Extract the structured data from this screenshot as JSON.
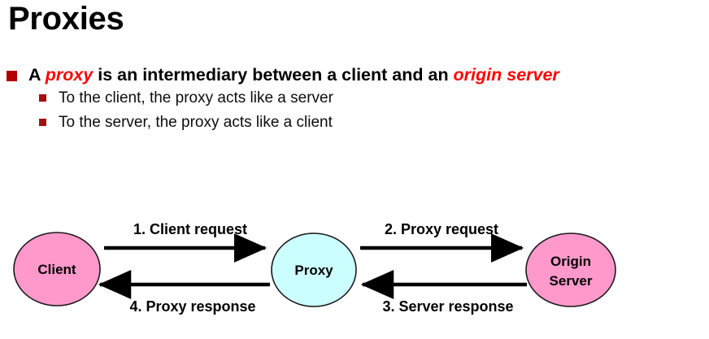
{
  "slide": {
    "title": "Proxies",
    "bullets": [
      {
        "level": 1,
        "marker": "square-bullet-icon",
        "segments": [
          {
            "text": "A ",
            "style": "plain"
          },
          {
            "text": "proxy",
            "style": "red-italic"
          },
          {
            "text": " is an intermediary between a client and an ",
            "style": "plain"
          },
          {
            "text": "origin server",
            "style": "red-italic"
          }
        ],
        "plain_text": "A proxy is an intermediary between a client and an origin server"
      },
      {
        "level": 2,
        "marker": "square-bullet-icon",
        "plain_text": "To the client, the proxy acts like a server"
      },
      {
        "level": 2,
        "marker": "square-bullet-icon",
        "plain_text": "To the server, the proxy acts like a client"
      }
    ]
  },
  "diagram": {
    "nodes": [
      {
        "id": "client",
        "label": "Client",
        "label_lines": [
          "Client"
        ],
        "fill": "#FF99CC",
        "stroke": "#1a1a1a"
      },
      {
        "id": "proxy",
        "label": "Proxy",
        "label_lines": [
          "Proxy"
        ],
        "fill": "#CCFFFF",
        "stroke": "#1a1a1a"
      },
      {
        "id": "origin-server",
        "label": "Origin Server",
        "label_lines": [
          "Origin",
          "Server"
        ],
        "fill": "#FF99CC",
        "stroke": "#1a1a1a"
      }
    ],
    "edges": [
      {
        "id": "client-request",
        "label": "1. Client request",
        "from": "client",
        "to": "proxy",
        "direction": "right"
      },
      {
        "id": "proxy-request",
        "label": "2. Proxy request",
        "from": "proxy",
        "to": "origin-server",
        "direction": "right"
      },
      {
        "id": "server-response",
        "label": "3. Server response",
        "from": "origin-server",
        "to": "proxy",
        "direction": "left"
      },
      {
        "id": "proxy-response",
        "label": "4. Proxy response",
        "from": "proxy",
        "to": "client",
        "direction": "left"
      }
    ]
  },
  "colors": {
    "bullet_marker": "#B00000",
    "emphasis_red": "#FF0000",
    "client_fill": "#FF99CC",
    "proxy_fill": "#CCFFFF",
    "server_fill": "#FF99CC",
    "arrow": "#000000"
  }
}
